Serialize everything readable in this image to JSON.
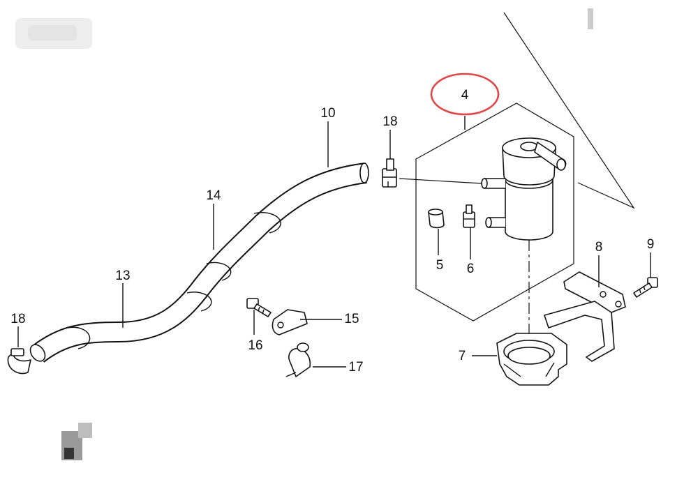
{
  "diagram": {
    "part_labels": {
      "p4": "4",
      "p5": "5",
      "p6": "6",
      "p7": "7",
      "p8": "8",
      "p9": "9",
      "p10": "10",
      "p13": "13",
      "p14": "14",
      "p15": "15",
      "p16": "16",
      "p17": "17",
      "p18a": "18",
      "p18b": "18"
    },
    "highlight_color": "#e04646",
    "line_color": "#111111"
  }
}
